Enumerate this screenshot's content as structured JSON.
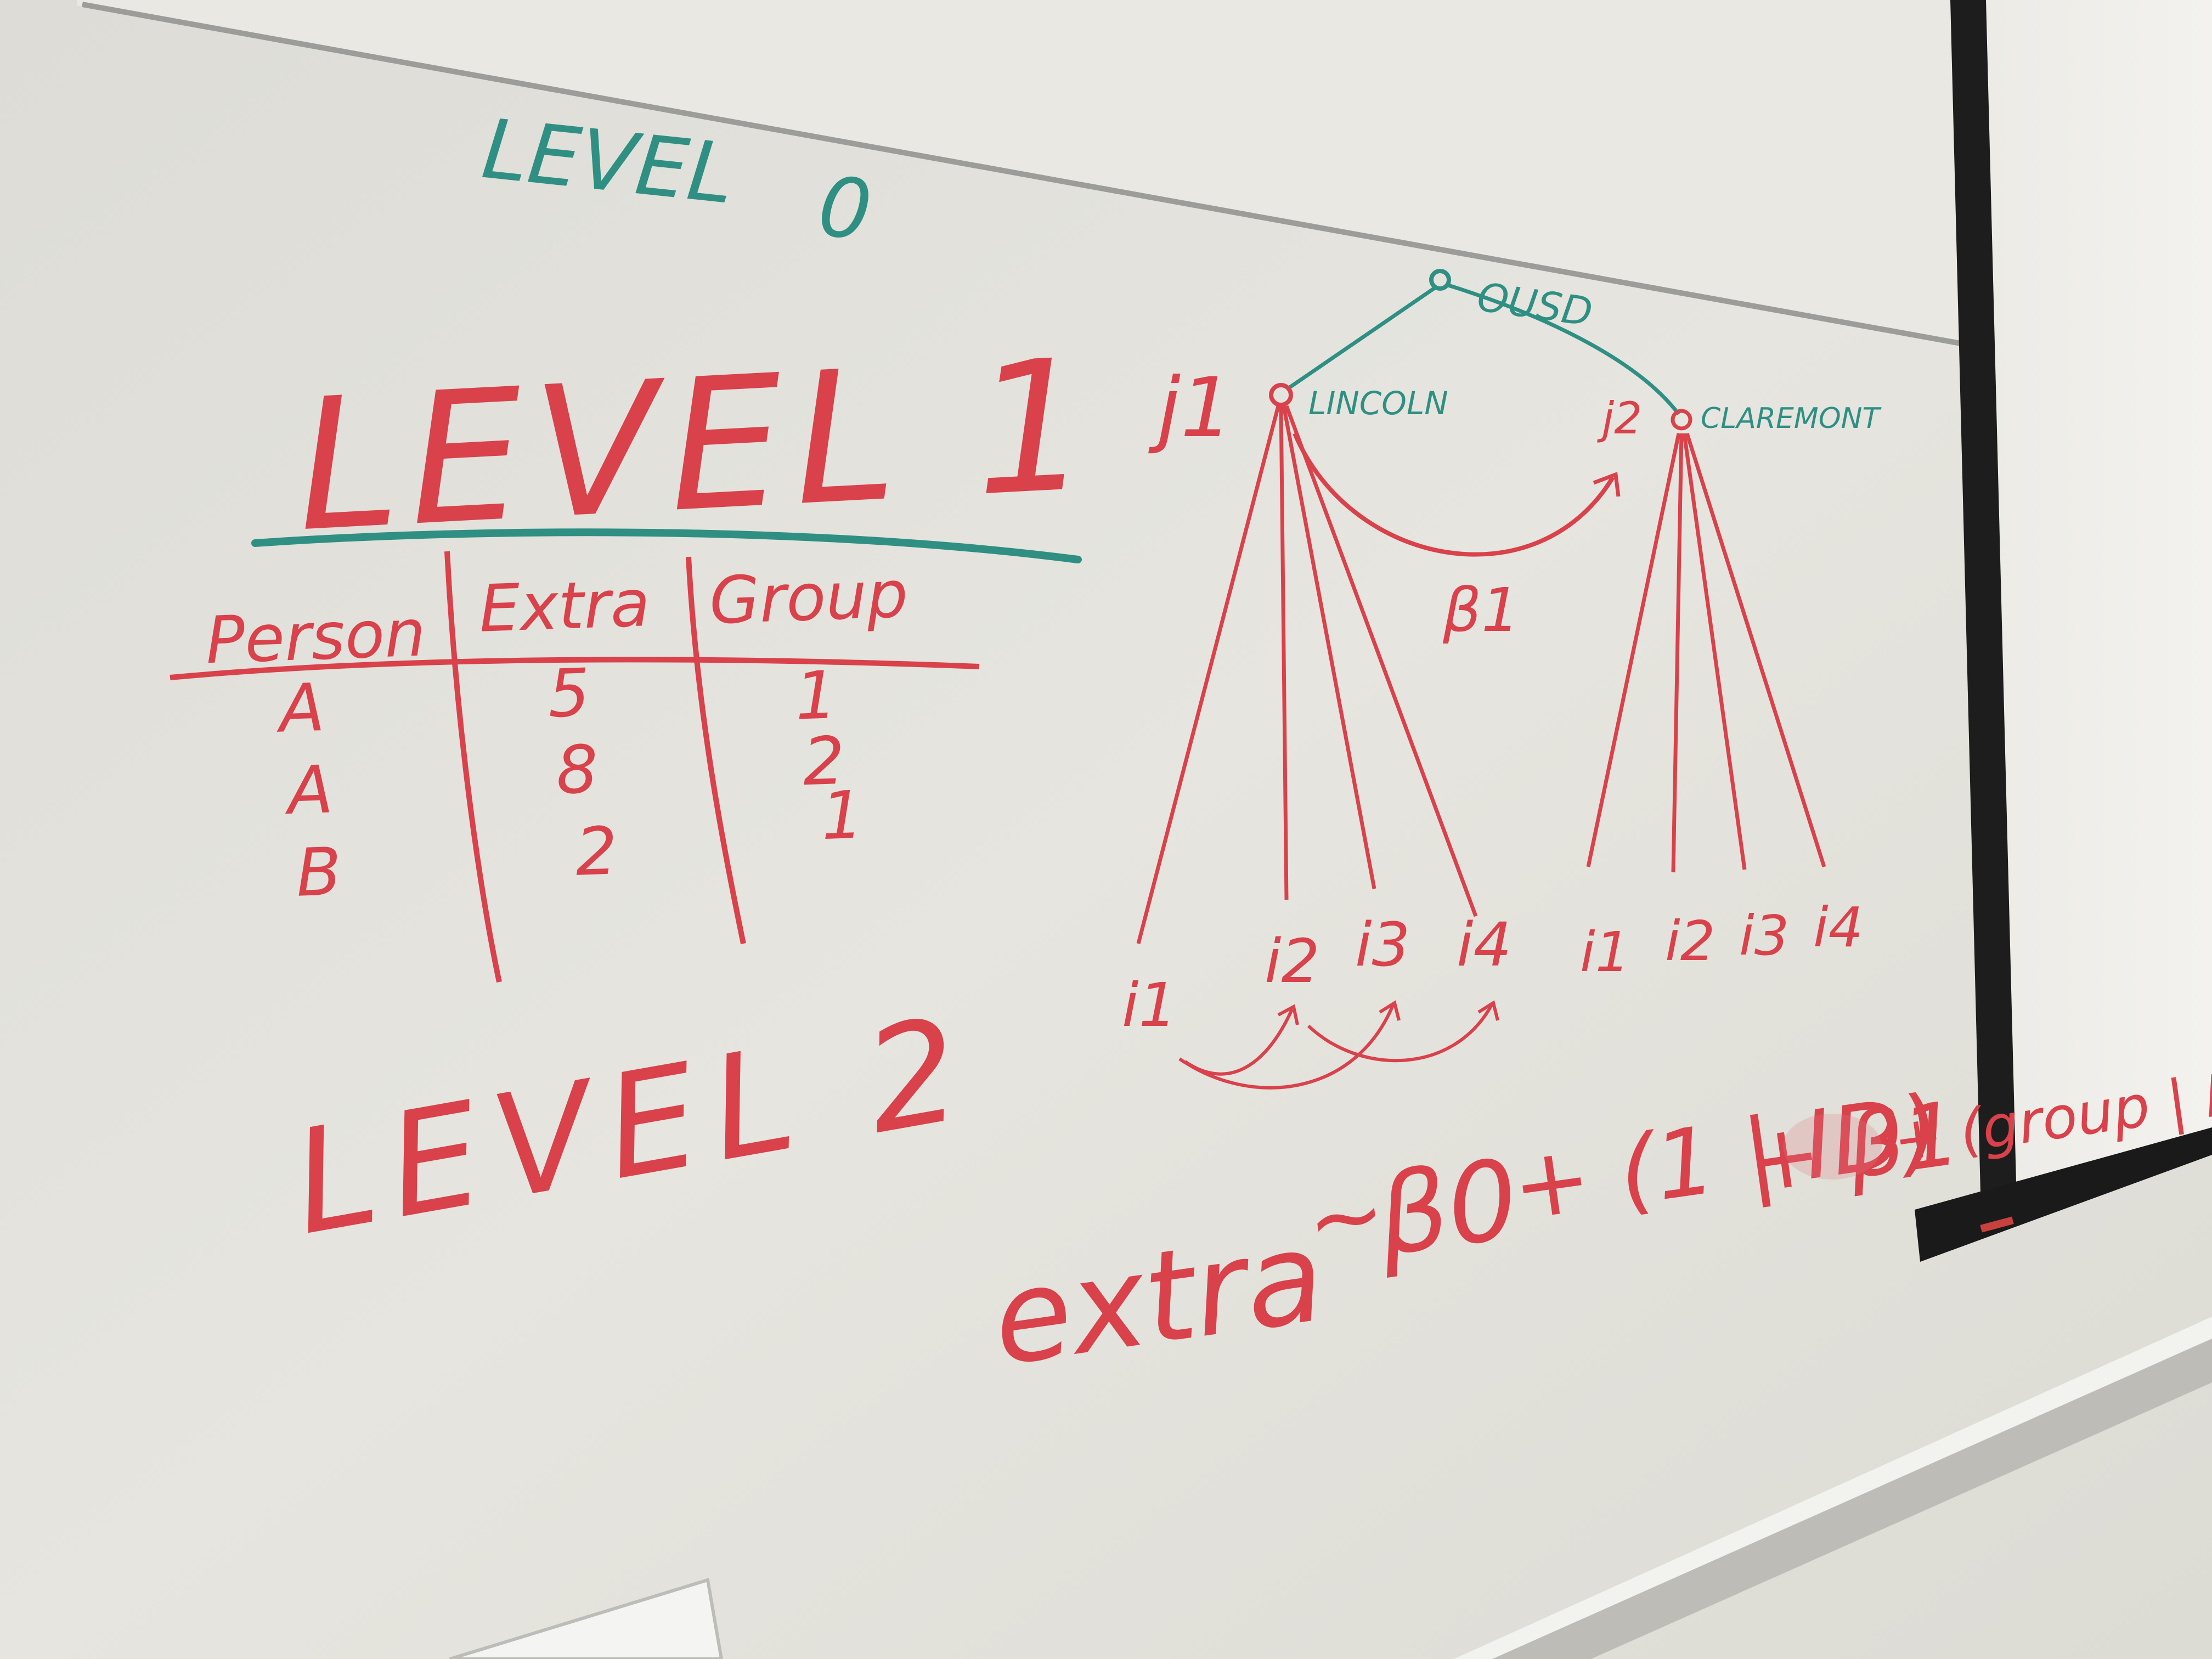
{
  "board": {
    "level0": {
      "label": "LEVEL",
      "number": "0"
    },
    "level1": {
      "label": "LEVEL 1"
    },
    "level2": {
      "label": "LEVEL 2"
    },
    "table": {
      "headers": [
        "Person",
        "Extra",
        "Group"
      ],
      "rows": [
        [
          "A",
          "5",
          "1"
        ],
        [
          "A",
          "8",
          "2"
        ],
        [
          "B",
          "2",
          "1"
        ]
      ]
    },
    "tree": {
      "root": "OUSD",
      "school1": {
        "index": "j1",
        "name": "LINCOLN"
      },
      "school2": {
        "index": "j2",
        "name": "CLAREMONT"
      },
      "slope_label": "β1",
      "leaves_left": [
        "i1",
        "i2",
        "i3",
        "i4"
      ],
      "leaves_right": [
        "i1",
        "i2",
        "i3",
        "i4"
      ]
    },
    "formula": {
      "lhs": "extra",
      "tilde": "~",
      "b0": "β0",
      "random": "+ (1 | ID)",
      "plus_b1": "+ β1",
      "group_term": "+ (group | ID)"
    },
    "colors": {
      "marker_red": "#d9414b",
      "marker_teal": "#2f8f83",
      "board": "#e4e3dd"
    }
  }
}
